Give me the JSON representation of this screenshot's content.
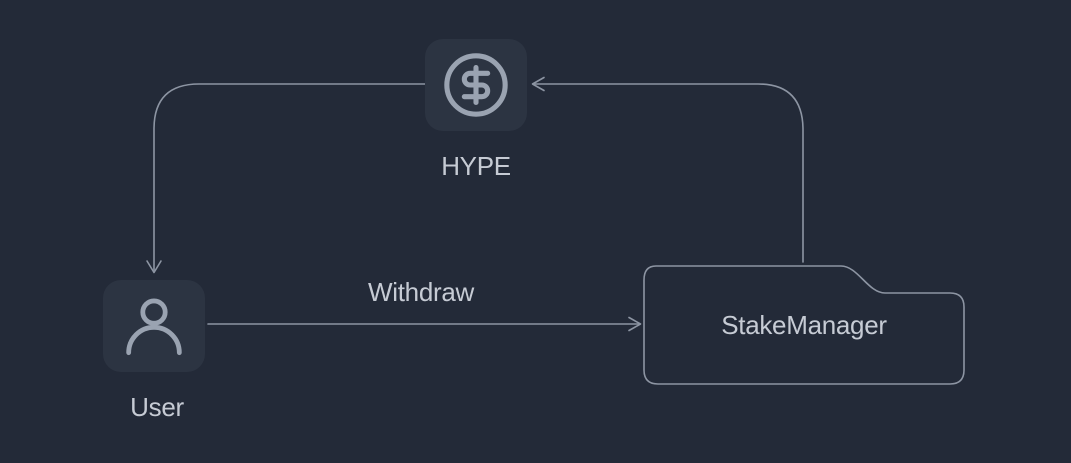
{
  "theme": {
    "background": "#232a38",
    "node_fill": "#2c3442",
    "line": "#8d95a3",
    "icon": "#9aa3b1",
    "text": "#c6cbd4"
  },
  "diagram": {
    "nodes": {
      "hype": {
        "label": "HYPE",
        "icon": "dollar-circle-icon"
      },
      "user": {
        "label": "User",
        "icon": "user-icon"
      },
      "stake_manager": {
        "label": "StakeManager",
        "shape": "folder"
      }
    },
    "edges": {
      "withdraw": {
        "label": "Withdraw",
        "from": "User",
        "to": "StakeManager",
        "arrow": "right"
      },
      "stake_to_hype": {
        "label": "",
        "from": "StakeManager",
        "to": "HYPE",
        "arrow": "left"
      },
      "hype_to_user": {
        "label": "",
        "from": "HYPE",
        "to": "User",
        "arrow": "down"
      }
    }
  }
}
